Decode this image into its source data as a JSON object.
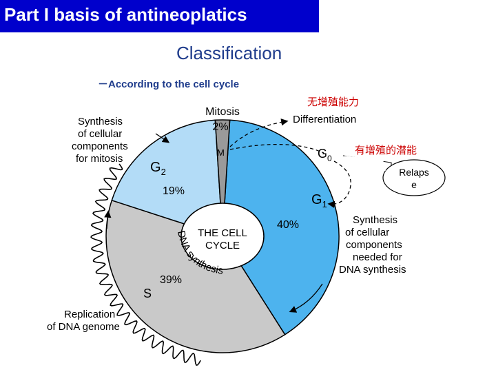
{
  "slide": {
    "title": "Part I basis of antineoplatics",
    "subtitle": "Classification",
    "criterion": "－According to the cell cycle",
    "annotations": {
      "no_proliferation": "无增殖能力",
      "proliferation_potential": "有增殖的潜能",
      "relapse_line1": "Relaps",
      "relapse_line2": "e"
    }
  },
  "diagram": {
    "center_label_line1": "THE CELL",
    "center_label_line2": "CYCLE",
    "phases": [
      {
        "id": "g1",
        "label": "G",
        "sub": "1",
        "percent": 40,
        "percent_label": "40%",
        "color": "#4db3ee"
      },
      {
        "id": "s",
        "label": "S",
        "percent": 39,
        "percent_label": "39%",
        "color": "#c9c9c9"
      },
      {
        "id": "g2",
        "label": "G",
        "sub": "2",
        "percent": 19,
        "percent_label": "19%",
        "color": "#b3dcf7"
      },
      {
        "id": "m",
        "label": "M",
        "percent": 2,
        "percent_label": "2%",
        "color": "#9a9a9a"
      }
    ],
    "mitosis_label": "Mitosis",
    "g0_label": "G",
    "g0_sub": "0",
    "differentiation_label": "Differentiation",
    "dna_synthesis_label": "DNA synthesis",
    "left_top_caption": [
      "Synthesis",
      "of cellular",
      "components",
      "for mitosis"
    ],
    "right_caption": [
      "Synthesis",
      "of cellular",
      "components",
      "needed for",
      "DNA synthesis"
    ],
    "bottom_left_caption": [
      "Replication",
      "of DNA genome"
    ]
  }
}
